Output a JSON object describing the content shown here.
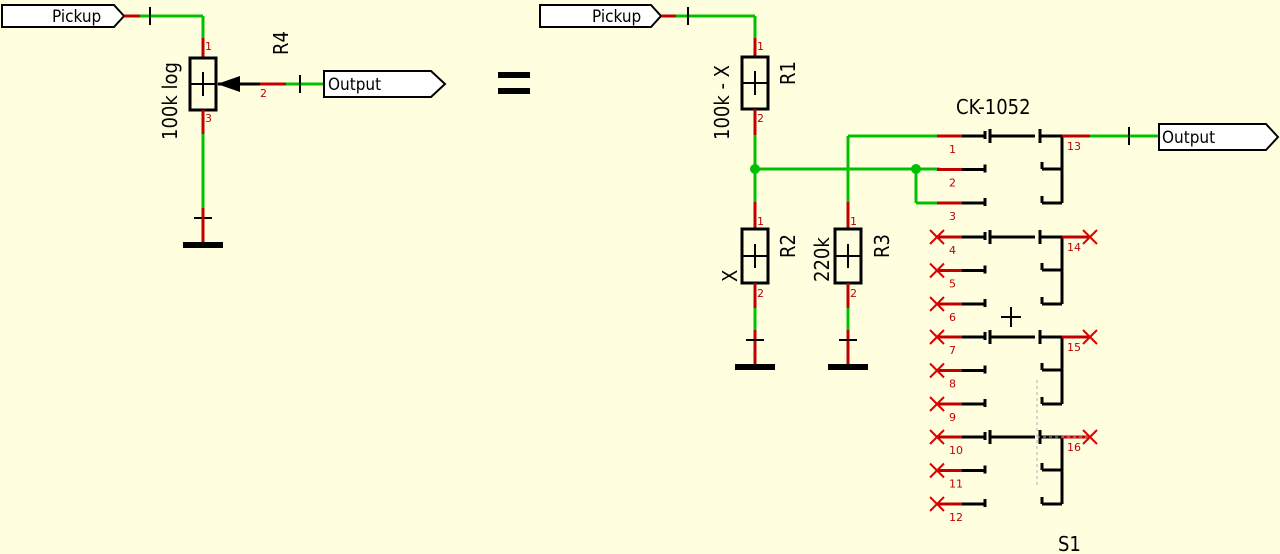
{
  "schematic": {
    "left": {
      "pickup_label": "Pickup",
      "output_label": "Output",
      "pot_ref": "R4",
      "pot_value": "100k log",
      "pins": {
        "p1": "1",
        "p2": "2",
        "p3": "3"
      }
    },
    "equals_sign": "=",
    "right": {
      "pickup_label": "Pickup",
      "output_label": "Output",
      "r1": {
        "ref": "R1",
        "value": "100k - X"
      },
      "r2": {
        "ref": "R2",
        "value": "X"
      },
      "r3": {
        "ref": "R3",
        "value": "220k"
      },
      "switch": {
        "ref": "S1",
        "value": "CK-1052"
      },
      "resistor_pins": {
        "p1": "1",
        "p2": "2"
      },
      "switch_pins": [
        "1",
        "2",
        "3",
        "4",
        "5",
        "6",
        "7",
        "8",
        "9",
        "10",
        "11",
        "12",
        "13",
        "14",
        "15",
        "16"
      ]
    },
    "colors": {
      "background": "#FFFFE0",
      "wire": "#00C000",
      "pin": "#C00000",
      "component": "#000000",
      "pin_number": "#C00000",
      "no_connect": "#E00000"
    }
  }
}
